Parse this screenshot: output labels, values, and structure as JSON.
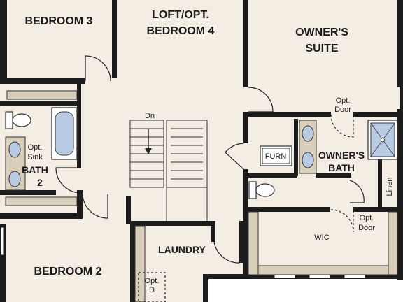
{
  "rooms": {
    "bedroom3": "BEDROOM 3",
    "loft_line1": "LOFT/OPT.",
    "loft_line2": "BEDROOM 4",
    "owners_suite_line1": "OWNER'S",
    "owners_suite_line2": "SUITE",
    "owners_bath_line1": "OWNER'S",
    "owners_bath_line2": "BATH",
    "bath2_line1": "BATH",
    "bath2_line2": "2",
    "laundry": "LAUNDRY",
    "bedroom2": "BEDROOM 2",
    "wic": "WIC"
  },
  "labels": {
    "dn": "Dn",
    "furn": "FURN",
    "linen": "Linen",
    "opt_sink_line1": "Opt.",
    "opt_sink_line2": "Sink",
    "opt_door_top_line1": "Opt.",
    "opt_door_top_line2": "Door",
    "opt_door_wic_line1": "Opt.",
    "opt_door_wic_line2": "Door",
    "opt_d_line1": "Opt.",
    "opt_d_line2": "D"
  },
  "colors": {
    "floor": "#f3ede3",
    "wall": "#1c1c1c",
    "cabinet": "#d8ceb9",
    "fixture_blue": "#b9cbe2"
  }
}
